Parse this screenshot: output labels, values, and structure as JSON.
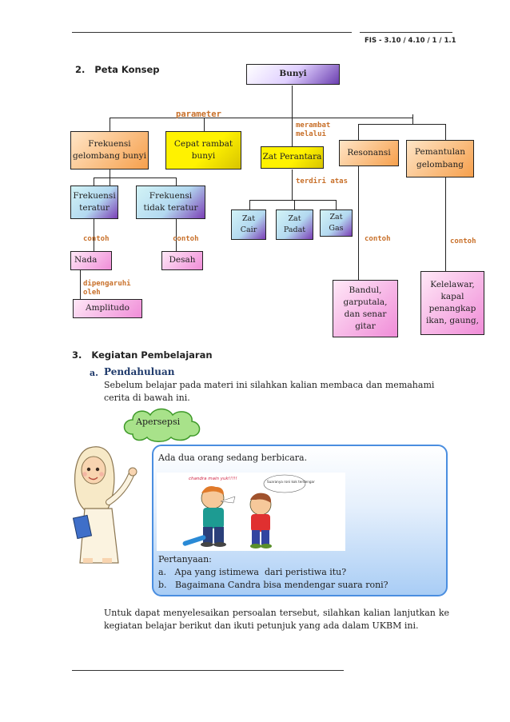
{
  "header": {
    "code": "FIS - 3.10 / 4.10 / 1 / 1.1"
  },
  "section2": {
    "title": "2.   Peta Konsep"
  },
  "concept_map": {
    "root": "Bunyi",
    "labels": {
      "parameter": "parameter",
      "merambat": "merambat\nmelalui",
      "terdiri": "terdiri atas",
      "contoh1": "contoh",
      "contoh2": "contoh",
      "contoh3": "contoh",
      "contoh4": "contoh",
      "dipengaruhi": "dipengaruhi\noleh"
    },
    "frekuensi": "Frekuensi\ngelombang bunyi",
    "cepat": "Cepat rambat\nbunyi",
    "perantara": "Zat Perantara",
    "resonansi": "Resonansi",
    "pemantulan": "Pemantulan\ngelombang",
    "teratur": "Frekuensi\nteratur",
    "tidak_teratur": "Frekuensi\ntidak teratur",
    "cair": "Zat\nCair",
    "padat": "Zat\nPadat",
    "gas": "Zat\nGas",
    "nada": "Nada",
    "desah": "Desah",
    "amplitudo": "Amplitudo",
    "bandul": "Bandul,\ngarputala,\ndan senar\ngitar",
    "kelelawar": "Kelelawar,\nkapal\npenangkap\nikan, gaung,"
  },
  "section3": {
    "title": "3.   Kegiatan Pembelajaran",
    "sub_marker": "a.",
    "sub_title": "Pendahuluan",
    "intro": "Sebelum belajar pada materi ini silahkan kalian membaca dan memahami cerita di bawah ini.",
    "bubble": "Apersepsi",
    "panel_text": "Ada dua orang sedang berbicara.",
    "speech1": "chandra main yuk!!!!!",
    "speech2": "Suaranya roni kok terdengar",
    "questions_title": "Pertanyaan:",
    "q1": "a.   Apa yang istimewa  dari peristiwa itu?",
    "q2": "b.   Bagaimana Candra bisa mendengar suara roni?",
    "closing": "Untuk dapat menyelesaikan persoalan tersebut, silahkan kalian lanjutkan ke kegiatan belajar berikut dan ikuti petunjuk yang ada dalam UKBM ini."
  },
  "colors": {
    "label": "#c8702a",
    "sub_title": "#1f3a6b",
    "panel_border": "#4a8ee0"
  }
}
